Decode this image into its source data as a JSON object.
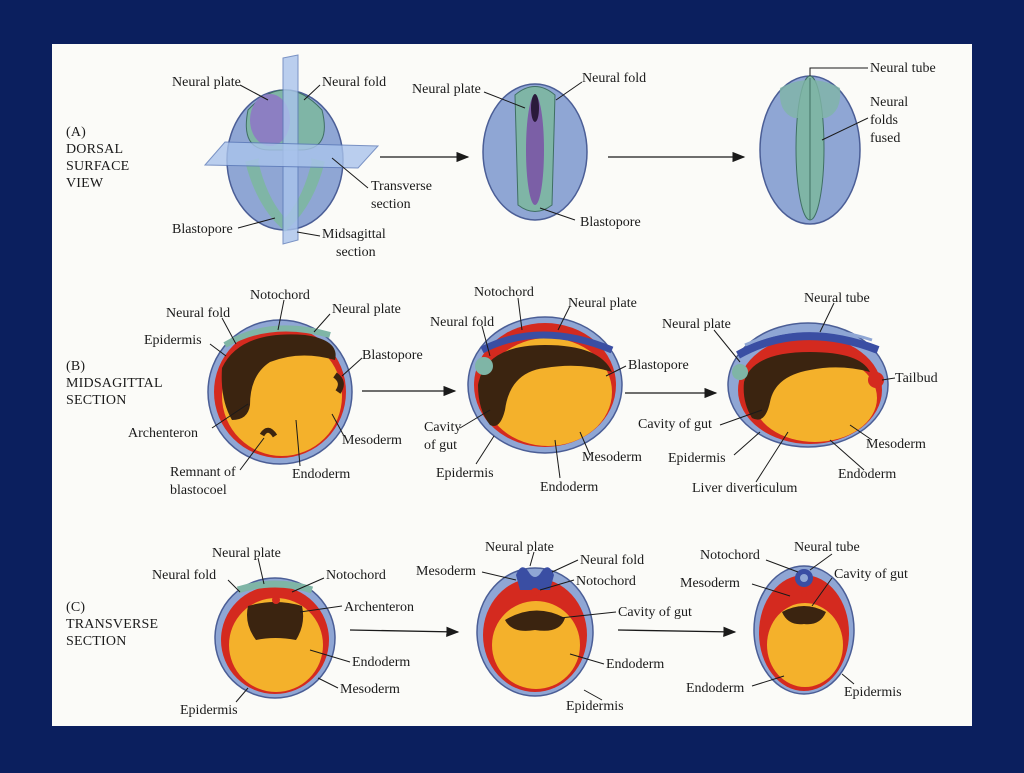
{
  "colors": {
    "frame": "#0b1f5e",
    "panel": "#fbfbf8",
    "epidermis": "#8fa6d4",
    "epidermis_dark": "#5a6fa8",
    "neural": "#7fb5a6",
    "mesoderm": "#d42a1f",
    "endoderm": "#f4b12b",
    "cavity": "#3b2410",
    "plane": "#aac4ec"
  },
  "sections": {
    "a": [
      "(A)",
      "DORSAL",
      "SURFACE",
      "VIEW"
    ],
    "b": [
      "(B)",
      "MIDSAGITTAL",
      "SECTION"
    ],
    "c": [
      "(C)",
      "TRANSVERSE",
      "SECTION"
    ]
  },
  "labels": {
    "a1_neural_plate": "Neural plate",
    "a1_neural_fold": "Neural fold",
    "a1_transverse": [
      "Transverse",
      "section"
    ],
    "a1_blastopore": "Blastopore",
    "a1_midsagittal": [
      "Midsagittal",
      "section"
    ],
    "a2_neural_plate": "Neural plate",
    "a2_neural_fold": "Neural fold",
    "a2_blastopore": "Blastopore",
    "a3_neural_tube": "Neural tube",
    "a3_folds_fused": [
      "Neural",
      "folds",
      "fused"
    ],
    "b1_notochord": "Notochord",
    "b1_neural_fold": "Neural fold",
    "b1_neural_plate": "Neural plate",
    "b1_epidermis": "Epidermis",
    "b1_blastopore": "Blastopore",
    "b1_archenteron": "Archenteron",
    "b1_mesoderm": "Mesoderm",
    "b1_remnant": [
      "Remnant of",
      "blastocoel"
    ],
    "b1_endoderm": "Endoderm",
    "b2_notochord": "Notochord",
    "b2_neural_plate": "Neural plate",
    "b2_neural_fold": "Neural fold",
    "b2_blastopore": "Blastopore",
    "b2_cavity": [
      "Cavity",
      "of gut"
    ],
    "b2_mesoderm": "Mesoderm",
    "b2_epidermis": "Epidermis",
    "b2_endoderm": "Endoderm",
    "b3_neural_tube": "Neural tube",
    "b3_neural_plate": "Neural plate",
    "b3_tailbud": "Tailbud",
    "b3_cavity": "Cavity of gut",
    "b3_mesoderm": "Mesoderm",
    "b3_epidermis": "Epidermis",
    "b3_endoderm": "Endoderm",
    "b3_liver": "Liver diverticulum",
    "c1_neural_plate": "Neural plate",
    "c1_neural_fold": "Neural fold",
    "c1_notochord": "Notochord",
    "c1_archenteron": "Archenteron",
    "c1_endoderm": "Endoderm",
    "c1_mesoderm": "Mesoderm",
    "c1_epidermis": "Epidermis",
    "c2_neural_plate": "Neural plate",
    "c2_neural_fold": "Neural fold",
    "c2_mesoderm": "Mesoderm",
    "c2_notochord": "Notochord",
    "c2_cavity": "Cavity of gut",
    "c2_endoderm": "Endoderm",
    "c2_epidermis": "Epidermis",
    "c3_notochord": "Notochord",
    "c3_neural_tube": "Neural tube",
    "c3_mesoderm": "Mesoderm",
    "c3_cavity": "Cavity of gut",
    "c3_endoderm": "Endoderm",
    "c3_epidermis": "Epidermis"
  }
}
